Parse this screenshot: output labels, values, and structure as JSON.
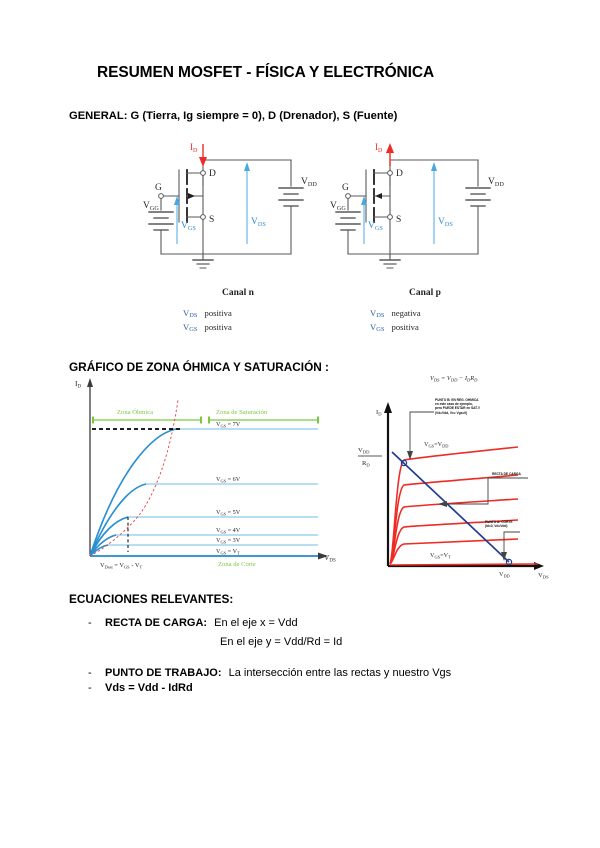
{
  "document": {
    "title": "RESUMEN MOSFET - FÍSICA Y ELECTRÓNICA",
    "general_line": "GENERAL: G  (Tierra, Ig siempre = 0), D (Drenador), S (Fuente)",
    "sections": {
      "grafico_heading": "GRÁFICO DE ZONA ÓHMICA Y SATURACIÓN :",
      "ecuaciones_heading": "ECUACIONES RELEVANTES:"
    }
  },
  "circuits": [
    {
      "id": "canal-n",
      "caption": "Canal n",
      "labels": {
        "id": "I",
        "id_sub": "D",
        "drain": "D",
        "source": "S",
        "gate": "G",
        "vgg": "V",
        "vgg_sub": "GG",
        "vdd": "V",
        "vdd_sub": "DD",
        "vgs": "V",
        "vgs_sub": "GS",
        "vds": "V",
        "vds_sub": "DS"
      },
      "notes": [
        {
          "sym": "V",
          "sub": "DS",
          "text": "positiva"
        },
        {
          "sym": "V",
          "sub": "GS",
          "text": "positiva"
        }
      ]
    },
    {
      "id": "canal-p",
      "caption": "Canal p",
      "labels": {
        "id": "I",
        "id_sub": "D",
        "drain": "D",
        "source": "S",
        "gate": "G",
        "vgg": "V",
        "vgg_sub": "GG",
        "vdd": "V",
        "vdd_sub": "DD",
        "vgs": "V",
        "vgs_sub": "GS",
        "vds": "V",
        "vds_sub": "DS"
      },
      "notes": [
        {
          "sym": "V",
          "sub": "DS",
          "text": "negativa"
        },
        {
          "sym": "V",
          "sub": "GS",
          "text": "positiva"
        }
      ]
    }
  ],
  "chart_data": [
    {
      "id": "output-characteristics",
      "type": "line",
      "title": "",
      "xlabel": "V_DS",
      "ylabel": "I_D",
      "axis": {
        "x_label_main": "V",
        "x_label_sub": "DS",
        "y_label_main": "I",
        "y_label_sub": "D"
      },
      "grid": false,
      "legend": "inline-right",
      "xlim": [
        0,
        10
      ],
      "ylim": [
        0,
        10
      ],
      "zone_labels": [
        {
          "text": "Zona Óhmica",
          "color": "#7ac943"
        },
        {
          "text": "Zona de Saturación",
          "color": "#7ac943"
        },
        {
          "text": "Zona de Corte",
          "color": "#7ac943"
        }
      ],
      "x_annotation": {
        "text": "V",
        "sub": "Dsat",
        "rest": "= V",
        "sub2": "GS",
        "rest2": "- V",
        "sub3": "T"
      },
      "series": [
        {
          "name": "V_GS = 7V",
          "label_sym": "V",
          "label_sub": "GS",
          "label_rest": "= 7V",
          "saturation_level": 7.55,
          "knee_x": 3.55,
          "color": "#2a8fd0"
        },
        {
          "name": "V_GS = 6V",
          "label_sym": "V",
          "label_sub": "GS",
          "label_rest": "= 6V",
          "saturation_level": 3.95,
          "knee_x": 2.55,
          "color": "#2a8fd0"
        },
        {
          "name": "V_GS = 5V",
          "label_sym": "V",
          "label_sub": "GS",
          "label_rest": "= 5V",
          "saturation_level": 2.1,
          "knee_x": 1.75,
          "color": "#2a8fd0"
        },
        {
          "name": "V_GS = 4V",
          "label_sym": "V",
          "label_sub": "GS",
          "label_rest": "= 4V",
          "saturation_level": 1.25,
          "knee_x": 1.2,
          "color": "#2a8fd0"
        },
        {
          "name": "V_GS = 3V",
          "label_sym": "V",
          "label_sub": "GS",
          "label_rest": "= 3V",
          "saturation_level": 0.75,
          "knee_x": 0.85,
          "color": "#2a8fd0"
        },
        {
          "name": "V_GS = V_T",
          "label_sym": "V",
          "label_sub": "GS",
          "label_rest": "= V",
          "label_sub2": "T",
          "saturation_level": 0.08,
          "knee_x": 0.4,
          "color": "#2a8fd0"
        }
      ],
      "boundary_curve": {
        "name": "locus V_DS = V_GS - V_T",
        "color": "#e8413a",
        "dashed": true
      }
    },
    {
      "id": "load-line",
      "type": "line",
      "title": "V_DS = V_DD - I_D·R_D",
      "title_parts": {
        "a": "V",
        "a_sub": "DS",
        "b": "= V",
        "b_sub": "DD",
        "c": "− I",
        "c_sub": "D",
        "d": "R",
        "d_sub": "D"
      },
      "xlabel": "V_DS",
      "ylabel": "I_D",
      "axis": {
        "x_label_main": "V",
        "x_label_sub": "DS",
        "y_label_main": "I",
        "y_label_sub": "D"
      },
      "grid": false,
      "y_intercept_label": {
        "num_sym": "V",
        "num_sub": "DD",
        "den_sym": "R",
        "den_sub": "D"
      },
      "x_intercept_label": {
        "sym": "V",
        "sub": "DD"
      },
      "curve_labels": [
        {
          "sym": "V",
          "sub": "GS",
          "rest": "=V",
          "sub2": "DD",
          "position": "top"
        },
        {
          "sym": "V",
          "sub": "GS",
          "rest": "=V",
          "sub2": "T",
          "position": "bottom"
        }
      ],
      "annotations": [
        {
          "id": "punto-b",
          "lines": [
            "PUNTO B: EN REG. OHMICA",
            "en este caso de ejemplo,",
            "pero PUEDE ESTAR en SAT.!!",
            "(Vd=Vdd, Vc= Vgs=0)"
          ]
        },
        {
          "id": "recta-de-carga",
          "lines": [
            "RECTA DE CARGA"
          ]
        },
        {
          "id": "punto-a",
          "lines": [
            "PUNTO A: CORTE",
            "(Id=0, Vd=Vdd)"
          ]
        }
      ],
      "series_count": 5,
      "curve_color": "#ee2b24",
      "loadline_color": "#1f3e91"
    }
  ],
  "equations": {
    "heading": "ECUACIONES RELEVANTES:",
    "items": [
      {
        "dash": "-",
        "label": "RECTA DE CARGA:",
        "value": "En el eje x = Vdd",
        "value2": "En el eje y = Vdd/Rd = Id"
      },
      {
        "dash": "-",
        "label": "PUNTO DE TRABAJO:",
        "value": "La intersección entre las rectas y nuestro Vgs"
      },
      {
        "dash": "-",
        "label": "Vds = Vdd - IdRd",
        "value": ""
      }
    ]
  }
}
